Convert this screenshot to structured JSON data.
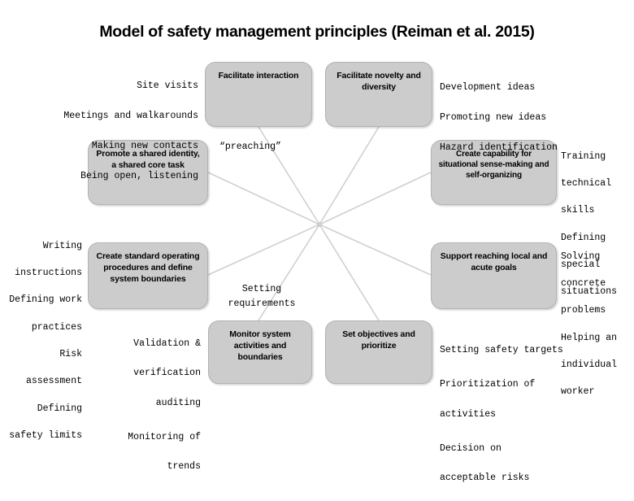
{
  "page": {
    "title": "Model of safety management principles (Reiman et al. 2015)",
    "box_fill_color": "#cccccc",
    "box_border_color": "#b3b3b3",
    "connector_color": "#d0d0d0",
    "text_color": "#000000",
    "background_color": "#ffffff"
  },
  "nodes": [
    {
      "id": "facilitate-interaction",
      "label": "Facilitate interaction"
    },
    {
      "id": "facilitate-novelty",
      "label": "Facilitate novelty and diversity"
    },
    {
      "id": "promote-shared-identity",
      "label": "Promote a shared identity, a shared core task"
    },
    {
      "id": "create-capability",
      "label": "Create capability for situational sense-making and self-organizing"
    },
    {
      "id": "create-standard-procedures",
      "label": "Create standard operating procedures and define system boundaries"
    },
    {
      "id": "support-reaching-goals",
      "label": "Support reaching local and acute goals"
    },
    {
      "id": "monitor-system",
      "label": "Monitor system activities and boundaries"
    },
    {
      "id": "set-objectives",
      "label": "Set objectives and prioritize"
    }
  ],
  "annotations": {
    "top_left": {
      "lines": [
        "Site visits",
        "Meetings and walkarounds",
        "Making new contacts",
        "Being open, listening"
      ]
    },
    "top_right": {
      "lines": [
        "Development ideas",
        "Promoting new ideas",
        "Hazard identification"
      ]
    },
    "mid_right_upper": {
      "lines": [
        "Training",
        "technical",
        "skills",
        "Defining",
        "special",
        "situations"
      ]
    },
    "mid_left_lower": {
      "lines": [
        "Writing",
        "instructions",
        "Defining work",
        "practices",
        "Risk",
        "assessment",
        "Defining",
        "safety limits"
      ]
    },
    "mid_right_lower": {
      "lines": [
        "Solving",
        "concrete",
        "problems",
        "Helping an",
        "individual",
        "worker"
      ]
    },
    "bottom_left": {
      "lines": [
        "Validation &",
        "verification",
        "auditing",
        "Monitoring of",
        "trends"
      ]
    },
    "bottom_right": {
      "lines": [
        "Setting safety targets",
        "Prioritization of",
        "activities",
        "Decision on",
        "acceptable risks"
      ]
    }
  },
  "center_notes": {
    "preaching": "“preaching”",
    "setting_requirements": "Setting\nrequirements"
  }
}
